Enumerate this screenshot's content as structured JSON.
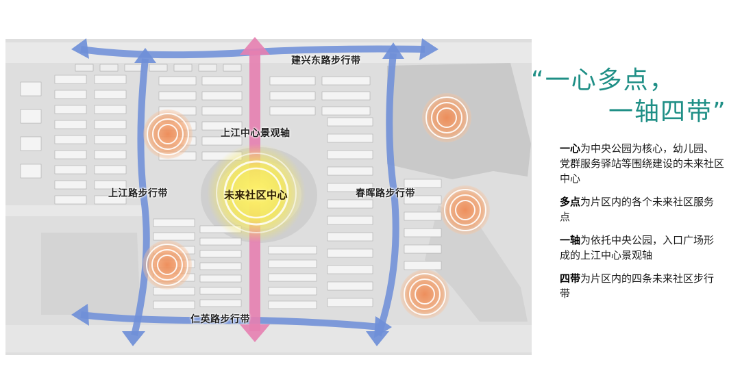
{
  "labels": {
    "north_belt": "建兴东路步行带",
    "south_belt": "仁英路步行带",
    "west_belt": "上江路步行带",
    "east_belt": "春晖路步行带",
    "axis": "上江中心景观轴",
    "center": "未来社区中心"
  },
  "slogan": {
    "line1": "“一心多点，",
    "line2": "一轴四带”"
  },
  "legend": [
    {
      "term": "一心",
      "text": "为中央公园为核心，幼儿园、党群服务驿站等围绕建设的未来社区中心"
    },
    {
      "term": "多点",
      "text": "为片区内的各个未来社区服务点"
    },
    {
      "term": "一轴",
      "text": "为依托中央公园，入口广场形成的上江中心景观轴"
    },
    {
      "term": "四带",
      "text": "为片区内的四条未来社区步行带"
    }
  ],
  "colors": {
    "slogan": "#1f8f86",
    "belt": "#6f8fd8",
    "axis": "#e57fb0",
    "service_point": "#f0a070",
    "center_glow": "#f4e75a"
  }
}
